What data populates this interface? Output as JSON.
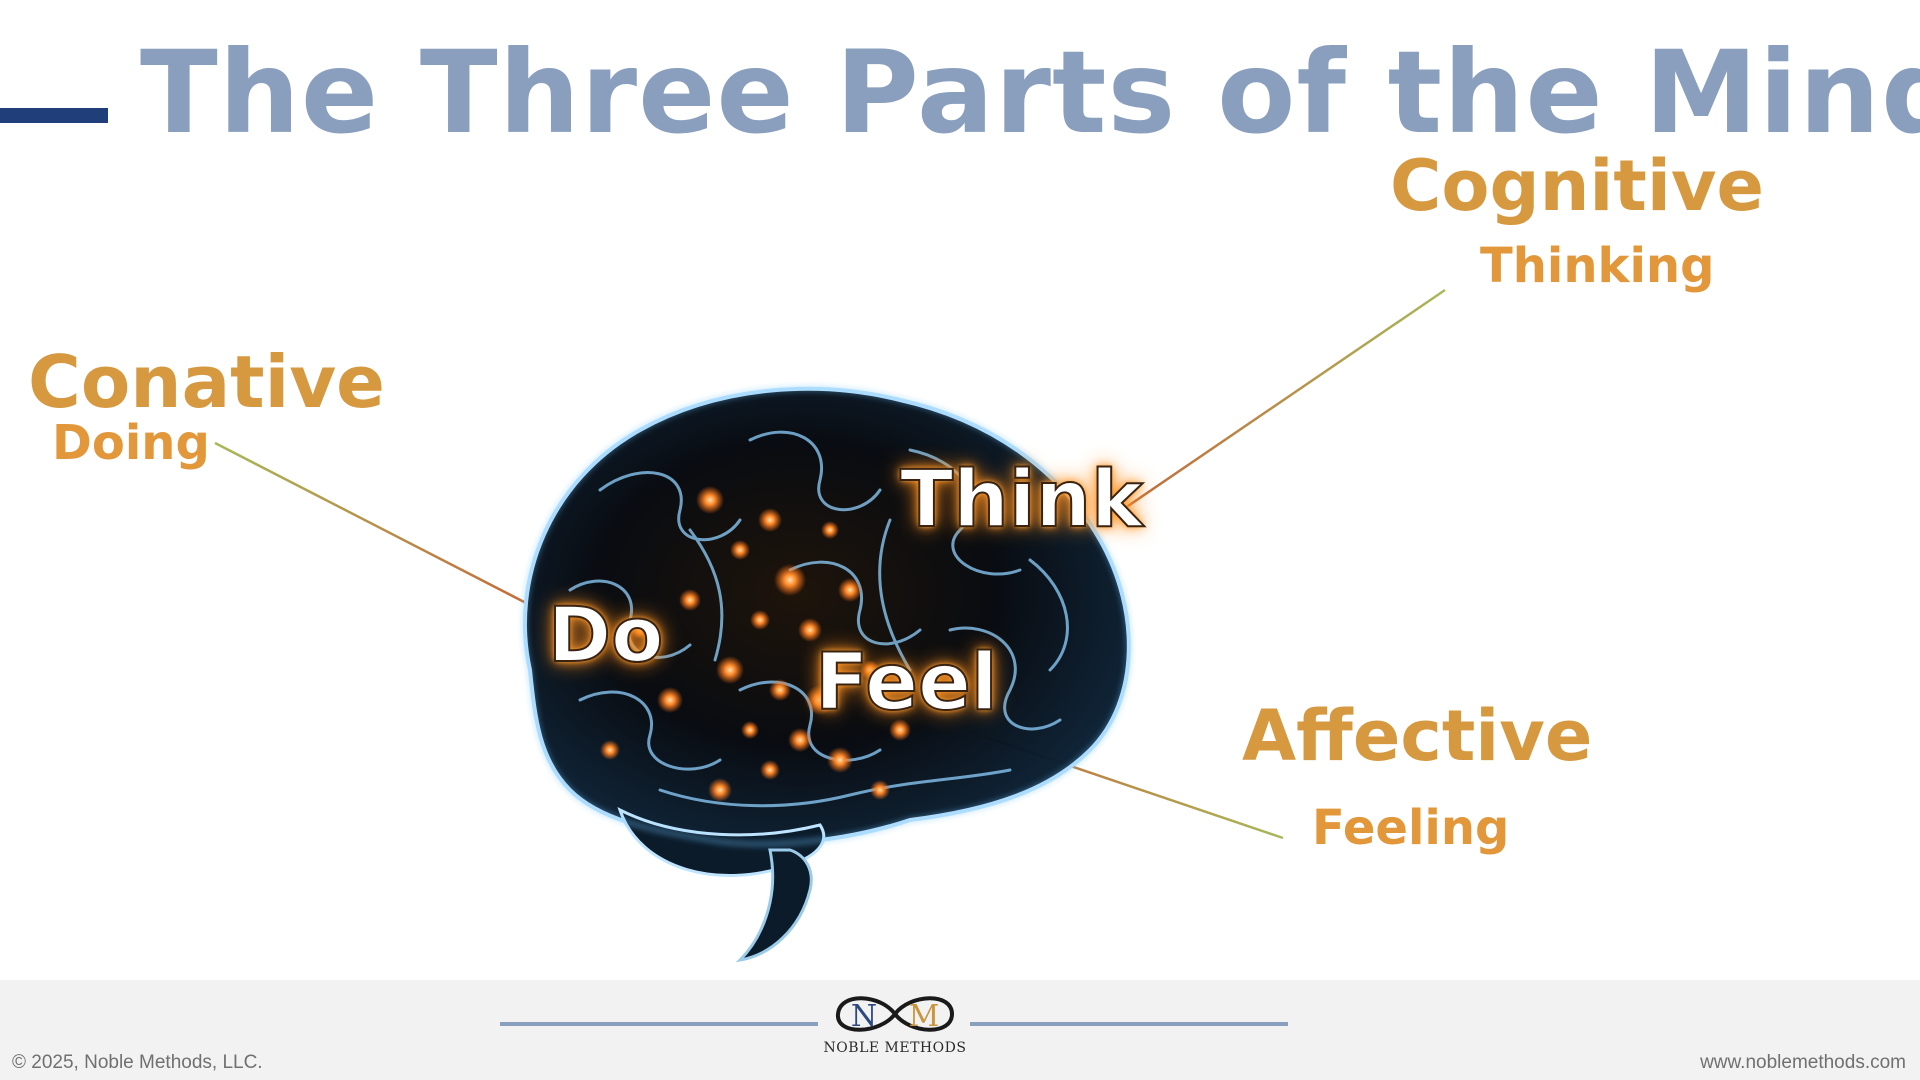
{
  "slide": {
    "title": "The Three Parts of the Mind",
    "accent_color": "#1f3e7a",
    "title_color": "#8a9fbd",
    "label_color": "#d6993f"
  },
  "labels": {
    "cognitive": {
      "main": "Cognitive",
      "sub": "Thinking"
    },
    "conative": {
      "main": "Conative",
      "sub": "Doing"
    },
    "affective": {
      "main": "Affective",
      "sub": "Feeling"
    }
  },
  "brain": {
    "image": "glowing-brain-illustration",
    "words": {
      "think": "Think",
      "do": "Do",
      "feel": "Feel"
    }
  },
  "footer": {
    "logo_letters": {
      "n": "N",
      "m": "M"
    },
    "logo_caption": "NOBLE METHODS",
    "copyright": "© 2025, Noble Methods, LLC.",
    "website": "www.noblemethods.com"
  }
}
